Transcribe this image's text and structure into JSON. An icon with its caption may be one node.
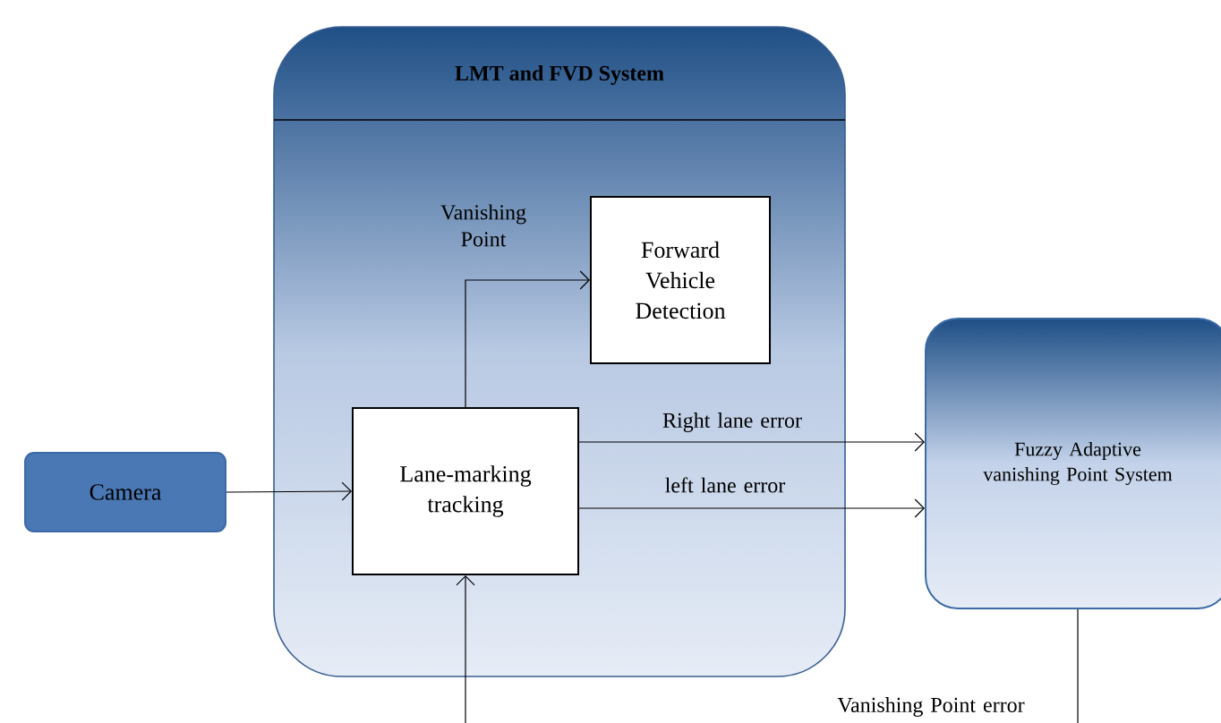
{
  "diagram": {
    "nodes": [
      {
        "text": [
          "LMT and FVD System"
        ]
      },
      {
        "text": [
          "Forward Vehicle Detection"
        ],
        "in": 0
      },
      {
        "text": [
          "Lane-marking tracking"
        ],
        "in": 0
      },
      {
        "text": [
          "Camera"
        ]
      },
      {
        "text": [
          "Fuzzy Adaptive vanishing Point System"
        ]
      }
    ],
    "edges": [
      {
        "from": 3,
        "to": 2,
        "arrow": "to"
      },
      {
        "from": 2,
        "to": 1,
        "arrow": "to",
        "label": "Vanishing Point"
      },
      {
        "from": 2,
        "to": 4,
        "arrow": "to",
        "label": "Right lane error"
      },
      {
        "from": 2,
        "to": 4,
        "arrow": "to",
        "label": "left lane error"
      },
      {
        "from": 4,
        "to": 2,
        "arrow": "to",
        "label": "Vanishing Point error"
      }
    ]
  }
}
